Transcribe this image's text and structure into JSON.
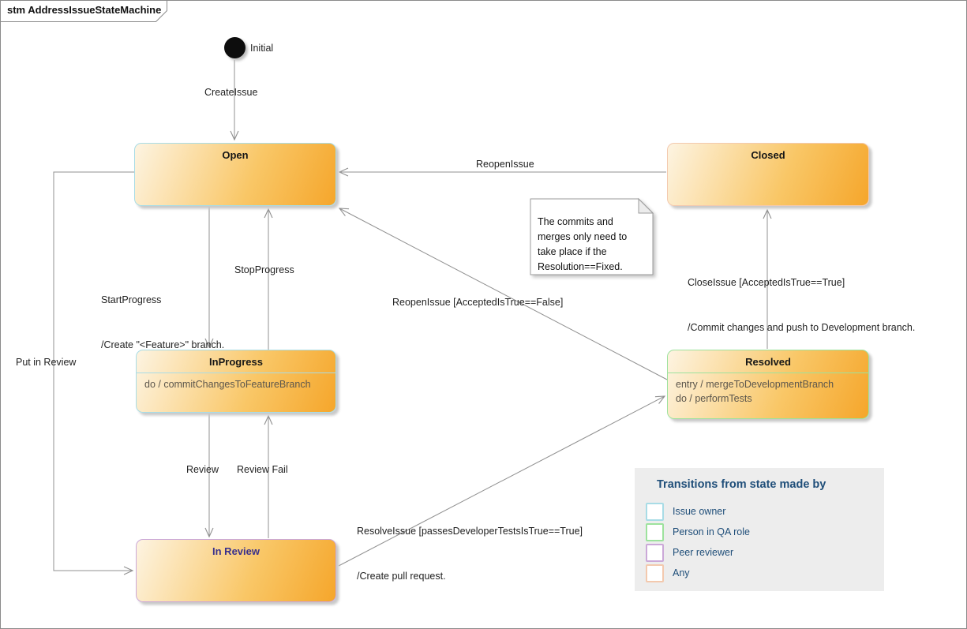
{
  "frame": {
    "title": "stm AddressIssueStateMachine"
  },
  "colors": {
    "issue_owner": "#a8dce6",
    "qa_role": "#9de29d",
    "peer_reviewer": "#cba8d8",
    "any": "#f3c9ae",
    "state_fill_start": "#fdf4e2",
    "state_fill_end": "#f5a62b",
    "in_review_title": "#39318c",
    "legend_bg": "#ededed",
    "legend_text": "#1f4e79",
    "line": "#909090"
  },
  "initial": {
    "label": "Initial"
  },
  "states": {
    "open": {
      "title": "Open"
    },
    "closed": {
      "title": "Closed"
    },
    "in_progress": {
      "title": "InProgress",
      "body1": "do / commitChangesToFeatureBranch"
    },
    "resolved": {
      "title": "Resolved",
      "body1": "entry / mergeToDevelopmentBranch",
      "body2": "do / performTests"
    },
    "in_review": {
      "title": "In Review"
    }
  },
  "transitions": {
    "create_issue": "CreateIssue",
    "reopen_issue": "ReopenIssue",
    "start_progress_1": "StartProgress",
    "start_progress_2": "/Create \"<Feature>\" branch.",
    "stop_progress": "StopProgress",
    "reopen_issue_false": "ReopenIssue [AcceptedIsTrue==False]",
    "close_issue_1": "CloseIssue [AcceptedIsTrue==True]",
    "close_issue_2": "/Commit changes and push to Development branch.",
    "put_in_review": "Put in Review",
    "review": "Review",
    "review_fail": "Review Fail",
    "resolve_issue_1": "ResolveIssue [passesDeveloperTestsIsTrue==True]",
    "resolve_issue_2": "/Create pull request."
  },
  "note": {
    "text": "The commits and merges only need to take place if the Resolution==Fixed."
  },
  "legend": {
    "title": "Transitions from state made by",
    "items": [
      {
        "label": "Issue owner",
        "color": "#a8dce6"
      },
      {
        "label": "Person in QA role",
        "color": "#9de29d"
      },
      {
        "label": "Peer reviewer",
        "color": "#cba8d8"
      },
      {
        "label": "Any",
        "color": "#f3c9ae"
      }
    ]
  }
}
